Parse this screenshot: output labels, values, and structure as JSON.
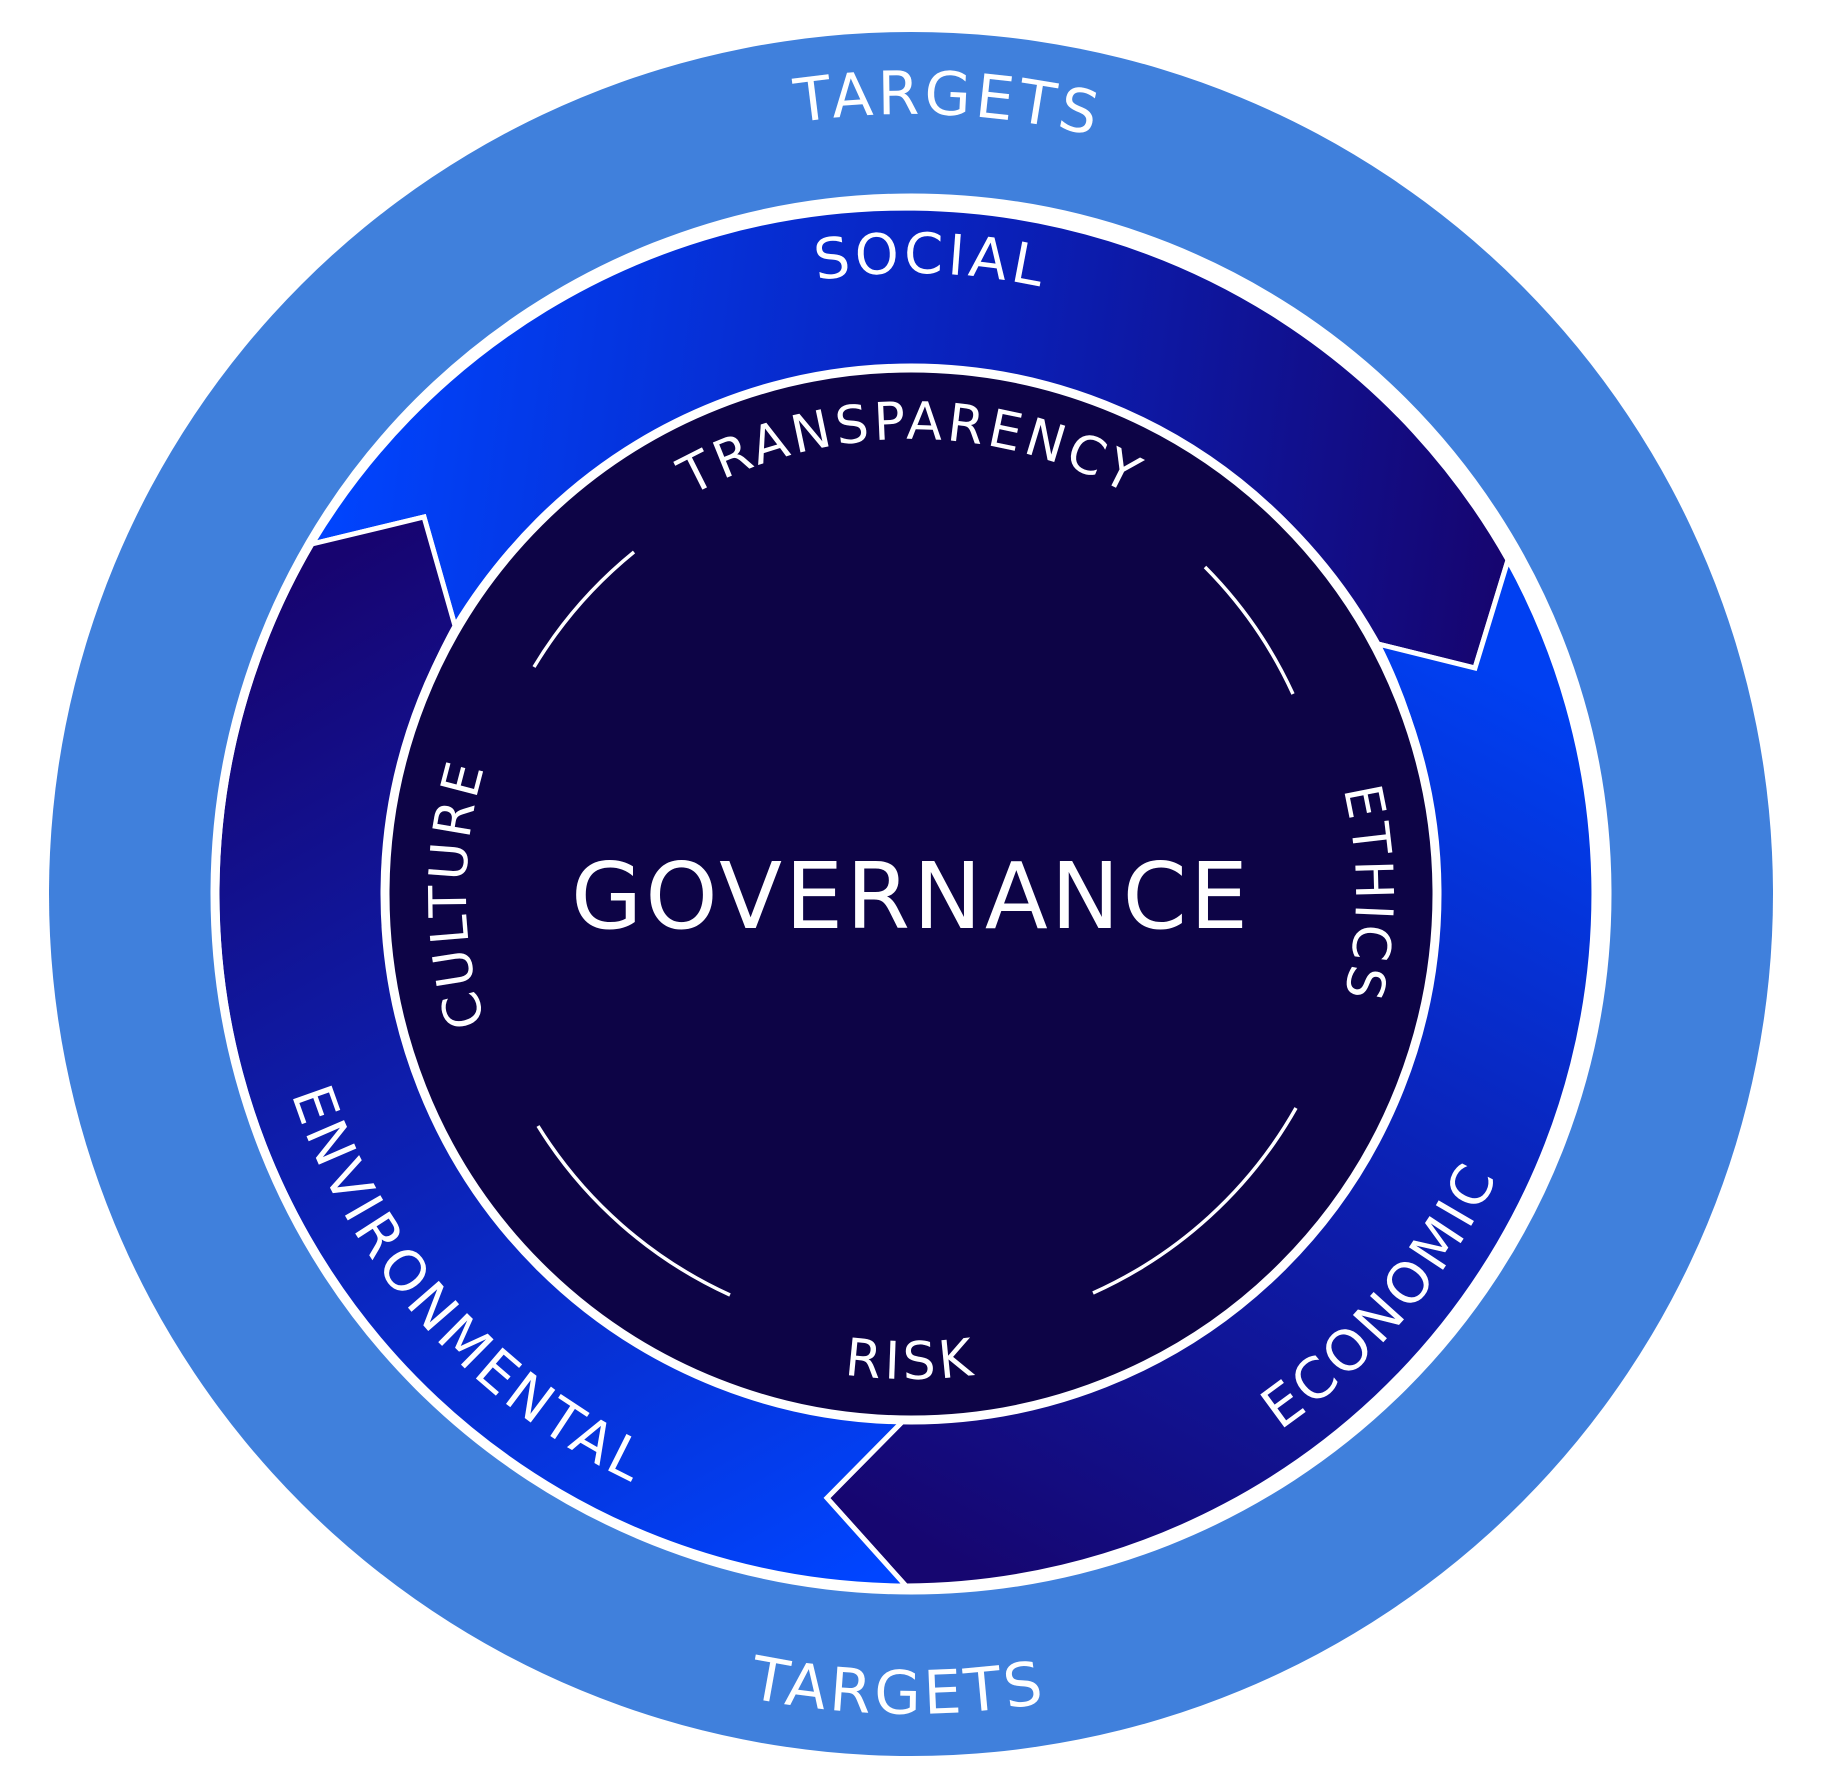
{
  "diagram": {
    "center": {
      "label": "GOVERNANCE"
    },
    "outer_ring": {
      "top_label": "TARGETS",
      "bottom_label": "TARGETS"
    },
    "arrows": [
      {
        "label": "SOCIAL"
      },
      {
        "label": "ECONOMIC"
      },
      {
        "label": "ENVIRONMENTAL"
      }
    ],
    "inner_labels": {
      "top": "TRANSPARENCY",
      "right": "ETHICS",
      "bottom": "RISK",
      "left": "CULTURE"
    },
    "colors": {
      "outer_ring": "#4080dc",
      "arrow_tail": "#0040f2",
      "arrow_head": "#160670",
      "center": "#0d0446",
      "stroke": "#ffffff"
    }
  }
}
